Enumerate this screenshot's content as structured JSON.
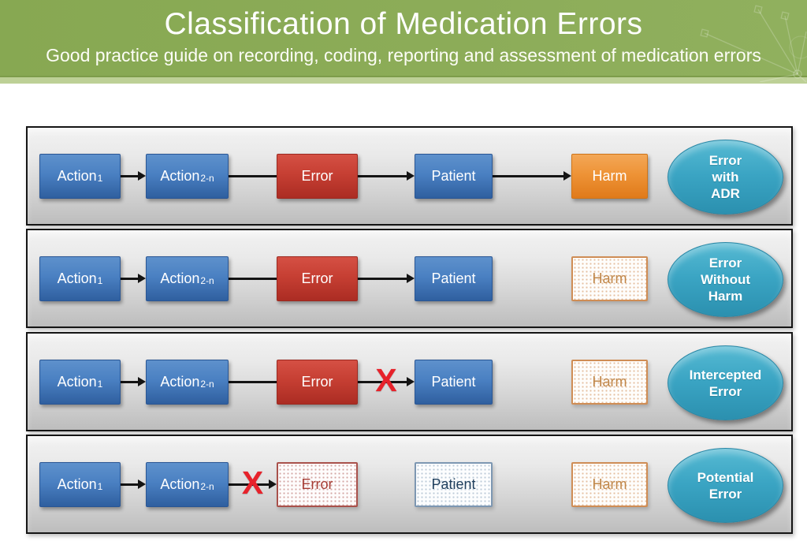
{
  "header": {
    "title": "Classification of Medication Errors",
    "subtitle": "Good practice guide on recording, coding, reporting and assessment of medication errors",
    "background_color": "#8cac58",
    "accent_strip_color": "#bdd096",
    "text_color": "#ffffff"
  },
  "colors": {
    "action_box_blue": "#3f74b4",
    "error_box_red": "#c0392b",
    "harm_box_orange": "#ee9136",
    "outcome_ellipse_teal": "#38a2c2",
    "x_mark_red": "#e7222b",
    "arrow_black": "#141414",
    "panel_border": "#151515"
  },
  "x_mark_glyph": "X",
  "rows": [
    {
      "name": "error-with-adr",
      "outcome": "Error\nwith\nADR",
      "nodes": [
        {
          "id": "action1",
          "label": "Action",
          "sub": "1",
          "style": "blue"
        },
        {
          "id": "action2n",
          "label": "Action",
          "sub": "2-n",
          "style": "blue"
        },
        {
          "id": "error",
          "label": "Error",
          "style": "red"
        },
        {
          "id": "patient",
          "label": "Patient",
          "style": "blue"
        },
        {
          "id": "harm",
          "label": "Harm",
          "style": "orange"
        }
      ],
      "connectors": [
        {
          "from": "action1",
          "to": "action2n",
          "head": true,
          "blocked": false
        },
        {
          "from": "action2n",
          "to": "error",
          "head": false,
          "blocked": false
        },
        {
          "from": "error",
          "to": "patient",
          "head": true,
          "blocked": false
        },
        {
          "from": "patient",
          "to": "harm",
          "head": true,
          "blocked": false
        }
      ]
    },
    {
      "name": "error-without-harm",
      "outcome": "Error\nWithout\nHarm",
      "nodes": [
        {
          "id": "action1",
          "label": "Action",
          "sub": "1",
          "style": "blue"
        },
        {
          "id": "action2n",
          "label": "Action",
          "sub": "2-n",
          "style": "blue"
        },
        {
          "id": "error",
          "label": "Error",
          "style": "red"
        },
        {
          "id": "patient",
          "label": "Patient",
          "style": "blue"
        },
        {
          "id": "harm",
          "label": "Harm",
          "style": "dotted dotted-orange"
        }
      ],
      "connectors": [
        {
          "from": "action1",
          "to": "action2n",
          "head": true,
          "blocked": false
        },
        {
          "from": "action2n",
          "to": "error",
          "head": false,
          "blocked": false
        },
        {
          "from": "error",
          "to": "patient",
          "head": true,
          "blocked": false
        }
      ]
    },
    {
      "name": "intercepted-error",
      "outcome": "Intercepted\nError",
      "nodes": [
        {
          "id": "action1",
          "label": "Action",
          "sub": "1",
          "style": "blue"
        },
        {
          "id": "action2n",
          "label": "Action",
          "sub": "2-n",
          "style": "blue"
        },
        {
          "id": "error",
          "label": "Error",
          "style": "red"
        },
        {
          "id": "patient",
          "label": "Patient",
          "style": "blue"
        },
        {
          "id": "harm",
          "label": "Harm",
          "style": "dotted dotted-orange"
        }
      ],
      "connectors": [
        {
          "from": "action1",
          "to": "action2n",
          "head": true,
          "blocked": false
        },
        {
          "from": "action2n",
          "to": "error",
          "head": false,
          "blocked": false
        },
        {
          "from": "error",
          "to": "patient",
          "head": true,
          "blocked": true
        }
      ]
    },
    {
      "name": "potential-error",
      "outcome": "Potential\nError",
      "nodes": [
        {
          "id": "action1",
          "label": "Action",
          "sub": "1",
          "style": "blue"
        },
        {
          "id": "action2n",
          "label": "Action",
          "sub": "2-n",
          "style": "blue"
        },
        {
          "id": "error",
          "label": "Error",
          "style": "dotted dotted-red"
        },
        {
          "id": "patient",
          "label": "Patient",
          "style": "dotted dotted-blue"
        },
        {
          "id": "harm",
          "label": "Harm",
          "style": "dotted dotted-orange"
        }
      ],
      "connectors": [
        {
          "from": "action1",
          "to": "action2n",
          "head": true,
          "blocked": false
        },
        {
          "from": "action2n",
          "to": "error",
          "head": true,
          "blocked": true
        }
      ]
    }
  ]
}
